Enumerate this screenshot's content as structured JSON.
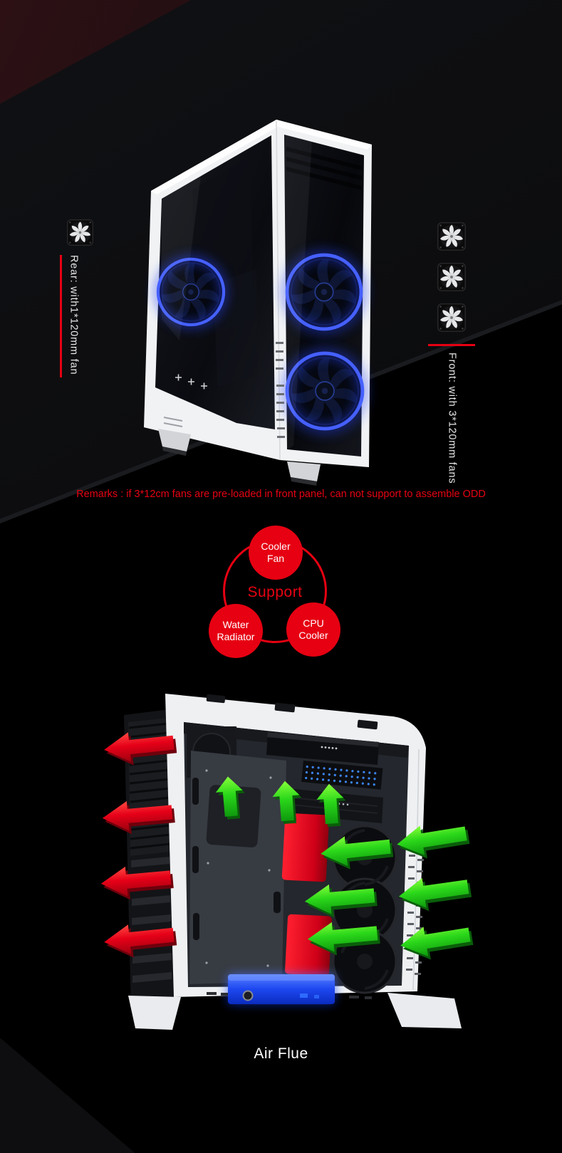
{
  "colors": {
    "background": "#000000",
    "accent_red": "#e60012",
    "case_white": "#f1f2f4",
    "fan_led_blue": "#3f5cff",
    "intake_arrow_green": "#2bd81a",
    "exhaust_arrow_red": "#e60018",
    "psu_highlight_blue": "#1d47f0"
  },
  "exterior_section": {
    "rear_annotation": {
      "icon": "fan-icon",
      "fan_icons": 1,
      "label": "Rear: with1*120mm fan"
    },
    "front_annotation": {
      "icon": "fan-icon",
      "fan_icons": 3,
      "label": "Front: with 3*120mm fans"
    }
  },
  "remarks": "Remarks : if 3*12cm fans are pre-loaded in front panel, can not support to assemble ODD",
  "support_diagram": {
    "center_label": "Support",
    "nodes": [
      {
        "label": "Cooler\nFan"
      },
      {
        "label": "Water\nRadiator"
      },
      {
        "label": "CPU\nCooler"
      }
    ]
  },
  "airflow_section": {
    "caption": "Air Flue",
    "exhaust_arrows": 4,
    "intake_arrows": 9
  }
}
